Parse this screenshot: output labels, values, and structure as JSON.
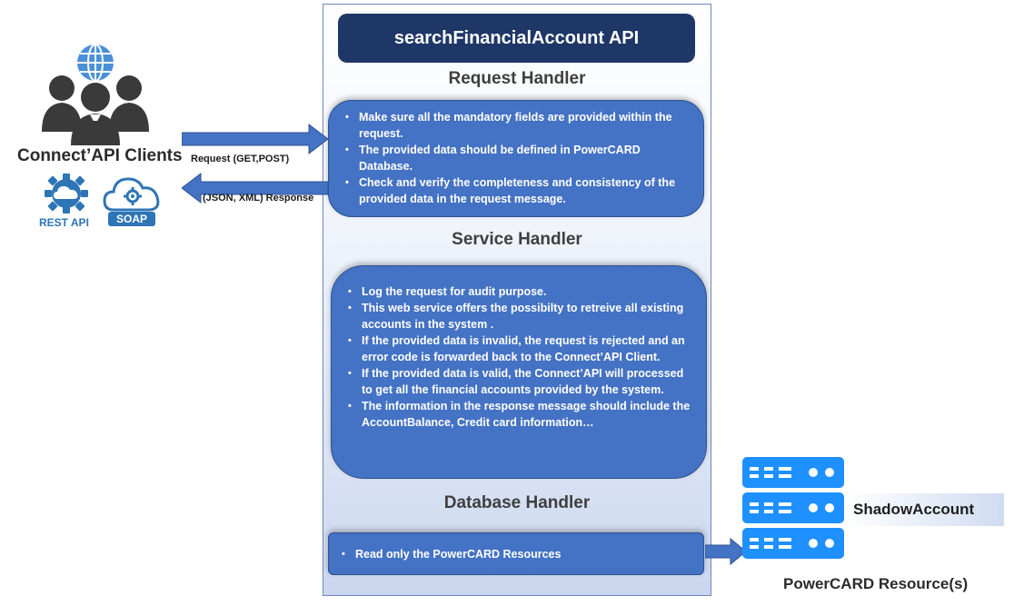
{
  "title": "searchFinancialAccount API",
  "request_handler": {
    "title": "Request Handler",
    "items": [
      "Make sure all the mandatory fields are provided within the request.",
      "The provided data should be defined in PowerCARD Database.",
      "Check and verify the completeness and consistency of the provided data in the request message."
    ]
  },
  "service_handler": {
    "title": "Service Handler",
    "items": [
      "Log the request for audit purpose.",
      "This web service offers the possibilty to retreive all existing accounts in the system .",
      "If the provided data is invalid, the request is rejected and an error code is forwarded back to the Connect’API Client.",
      "If the provided data is  valid, the Connect’API will processed to get all the financial accounts provided by the system.",
      "The information in the response message should include the AccountBalance, Credit card information…"
    ]
  },
  "database_handler": {
    "title": "Database Handler",
    "items": [
      "Read only the PowerCARD Resources"
    ]
  },
  "clients": {
    "label": "Connect’API Clients",
    "request_label": "Request (GET,POST)",
    "response_label": "(JSON, XML) Response",
    "rest_label": "REST API",
    "soap_label": "SOAP"
  },
  "resources": {
    "shadow_label": "ShadowAccount",
    "label": "PowerCARD Resource(s)"
  },
  "colors": {
    "title_bg": "#1f3767",
    "box_bg": "#4472c4",
    "arrow": "#4472c4",
    "rest_icon": "#2e75b6",
    "soap_icon": "#2e75b6",
    "server_icon": "#1e90ff"
  }
}
